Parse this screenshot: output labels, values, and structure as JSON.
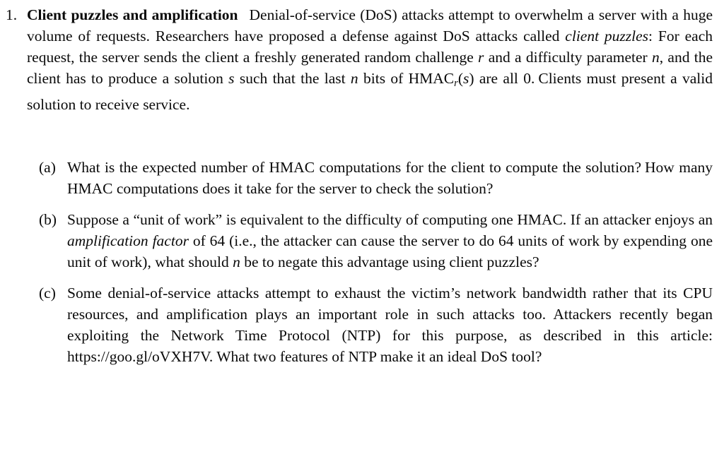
{
  "document": {
    "type": "homework-problem-set",
    "background_color": "#ffffff",
    "text_color": "#0a0a0a"
  },
  "problem": {
    "number": "1.",
    "title": "Client puzzles and amplification",
    "body_segments": {
      "s1": "Denial-of-service (DoS) attacks attempt to overwhelm a server with a huge volume of requests. Researchers have proposed a defense against DoS attacks called ",
      "em1": "client puzzles",
      "s2": ": For each request, the server sends the client a freshly generated random challenge ",
      "em2": "r",
      "s3": " and a difficulty parameter ",
      "em3": "n",
      "s4": ", and the client has to produce a solution ",
      "em4": "s",
      "s5": " such that the last ",
      "em5": "n",
      "s6": " bits of HMAC",
      "sub1": "r",
      "s7": "(",
      "em6": "s",
      "s8": ") are all 0.",
      "s9": "Clients must present a valid solution to receive service."
    },
    "full_text": "Client puzzles and amplification  Denial-of-service (DoS) attacks attempt to overwhelm a server with a huge volume of requests. Researchers have proposed a defense against DoS attacks called client puzzles: For each request, the server sends the client a freshly generated random challenge r and a difficulty parameter n, and the client has to produce a solution s such that the last n bits of HMAC_r(s) are all 0. Clients must present a valid solution to receive service."
  },
  "subparts": [
    {
      "label": "(a)",
      "segments": {
        "s1": "What is the expected number of HMAC computations for the client to compute the solution?",
        "s2": "How many HMAC computations does it take for the server to check the solution?"
      },
      "full_text": "What is the expected number of HMAC computations for the client to compute the solution?  How many HMAC computations does it take for the server to check the solution?"
    },
    {
      "label": "(b)",
      "segments": {
        "s1": "Suppose a “unit of work” is equivalent to the difficulty of computing one HMAC. If an attacker enjoys an ",
        "em1": "amplification factor",
        "s2": " of 64 (i.e., the attacker can cause the server to do 64 units of work by expending one unit of work), what should ",
        "em2": "n",
        "s3": " be to negate this advantage using client puzzles?"
      },
      "full_text": "Suppose a “unit of work” is equivalent to the difficulty of computing one HMAC. If an attacker enjoys an amplification factor of 64 (i.e., the attacker can cause the server to do 64 units of work by expending one unit of work), what should n be to negate this advantage using client puzzles?"
    },
    {
      "label": "(c)",
      "segments": {
        "s1": "Some denial-of-service attacks attempt to exhaust the victim’s network bandwidth rather that its CPU resources, and amplification plays an important role in such attacks too. Attackers recently began exploiting the Network Time Protocol (NTP) for this purpose, as described in this article: ",
        "url": "https://goo.gl/oVXH7V",
        "s2": ".",
        "s3": "What two features of NTP make it an ideal DoS tool?"
      },
      "full_text": "Some denial-of-service attacks attempt to exhaust the victim’s network bandwidth rather that its CPU resources, and amplification plays an important role in such attacks too. Attackers recently began exploiting the Network Time Protocol (NTP) for this purpose, as described in this article: https://goo.gl/oVXH7V. What two features of NTP make it an ideal DoS tool?"
    }
  ]
}
